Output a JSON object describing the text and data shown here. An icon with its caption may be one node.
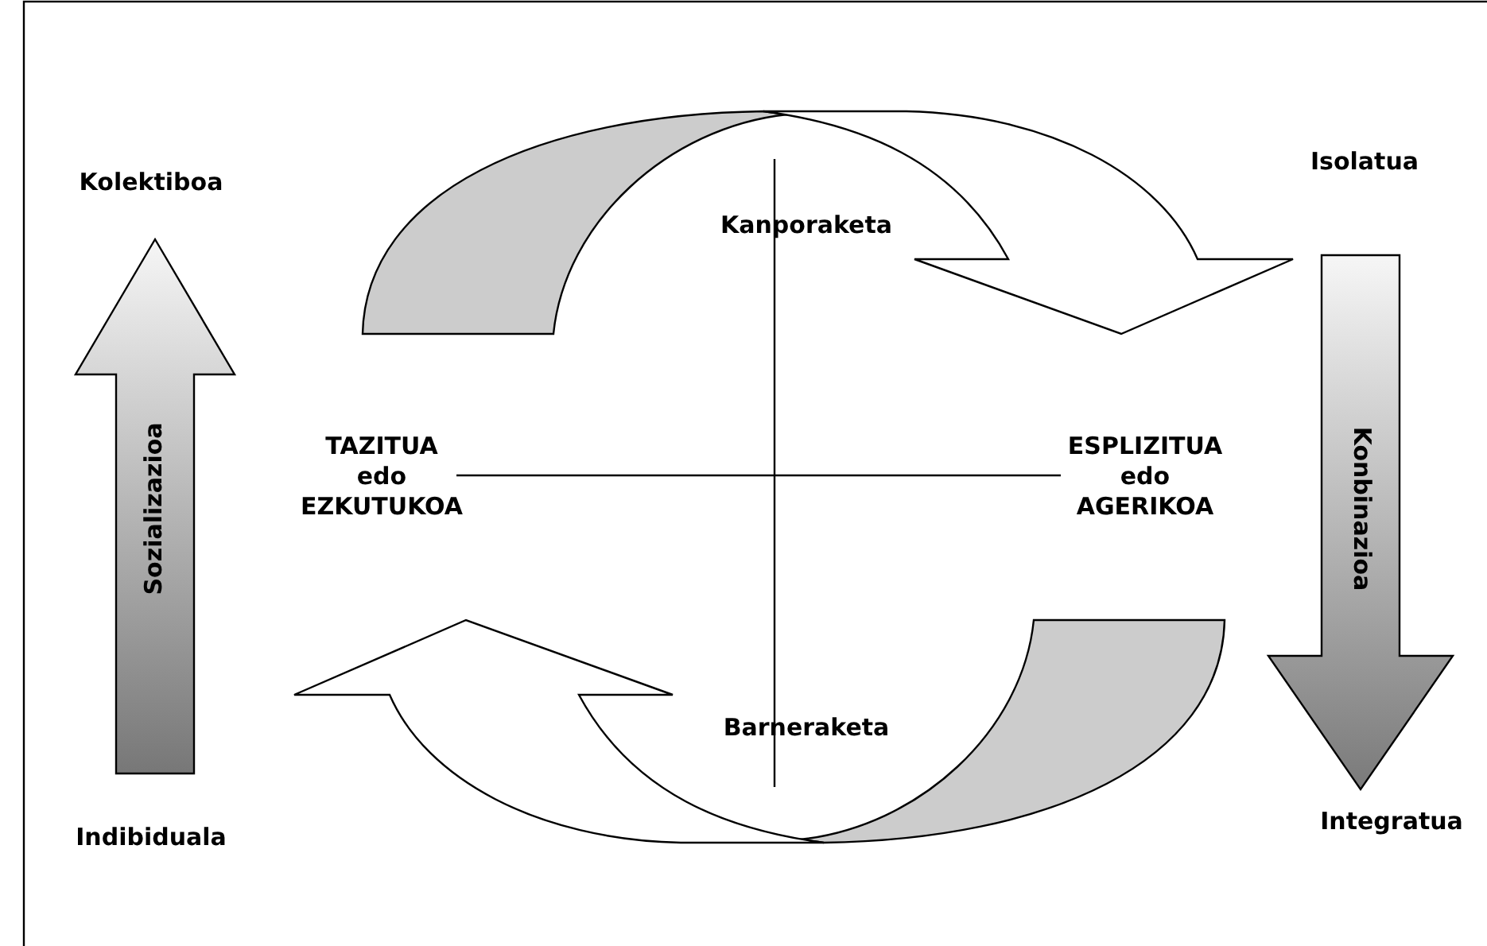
{
  "diagram": {
    "nodes": [
      {
        "text": [
          "Kolektiboa"
        ]
      },
      {
        "text": [
          "Isolatua"
        ]
      },
      {
        "text": [
          "TAZITUA edo EZKUTUKOA"
        ]
      },
      {
        "text": [
          "ESPLIZITUA edo AGERIKOA"
        ]
      },
      {
        "text": [
          "Indibiduala"
        ]
      },
      {
        "text": [
          "Integratua"
        ]
      }
    ],
    "edges": [
      {
        "from": 4,
        "to": 0,
        "arrow": "to",
        "label": "Sozializazioa"
      },
      {
        "from": 1,
        "to": 5,
        "arrow": "to",
        "label": "Konbinazioa"
      }
    ],
    "labels": [
      "Kanporaketa",
      "Barneraketa"
    ]
  }
}
